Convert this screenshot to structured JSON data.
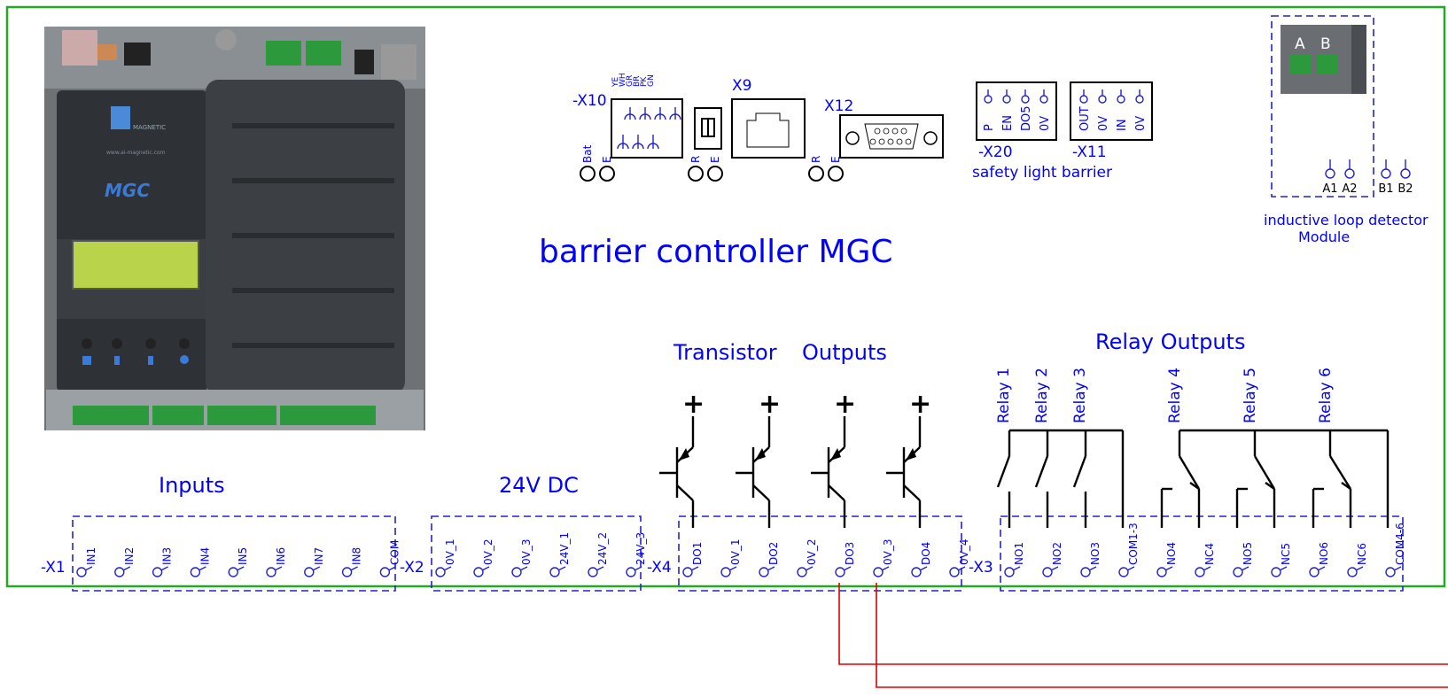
{
  "title": "barrier controller MGC",
  "colors": {
    "frame": "#22aa22",
    "text": "#0000ff",
    "wire": "#dd0000"
  },
  "photo_main": {
    "logo_text": "MGC",
    "brand": "MAGNETIC",
    "url": "www.ai-magnetic.com"
  },
  "photo_loop": {
    "label_a": "A",
    "label_b": "B"
  },
  "top_connectors": {
    "x10": {
      "label": "-X10",
      "wires": [
        "YE",
        "WH",
        "GR",
        "BR",
        "PK",
        "GN"
      ],
      "led_labels": [
        "Bat",
        "E"
      ]
    },
    "x9": {
      "label": "X9",
      "led_labels": [
        "R",
        "E"
      ]
    },
    "x12": {
      "label": "X12",
      "led_labels": [
        "R",
        "E"
      ]
    },
    "x20": {
      "label": "-X20",
      "pins": [
        "P",
        "EN",
        "DO5",
        "0V"
      ]
    },
    "x11": {
      "label": "-X11",
      "pins": [
        "OUT",
        "0V",
        "IN",
        "0V"
      ]
    },
    "safety_label": "safety light barrier"
  },
  "loop_detector": {
    "pins": [
      "A1",
      "A2",
      "B1",
      "B2"
    ],
    "label_line1": "inductive loop detector",
    "label_line2": "Module"
  },
  "section_titles": {
    "inputs": "Inputs",
    "dc": "24V DC",
    "transistor": "Transistor",
    "outputs": "Outputs",
    "relay": "Relay Outputs"
  },
  "terminals": {
    "x1": {
      "label": "-X1",
      "pins": [
        "IN1",
        "IN2",
        "IN3",
        "IN4",
        "IN5",
        "IN6",
        "IN7",
        "IN8",
        "COM"
      ]
    },
    "x2": {
      "label": "-X2",
      "pins": [
        "0V_1",
        "0V_2",
        "0V_3",
        "24V_1",
        "24V_2",
        "24V_3"
      ]
    },
    "x4": {
      "label": "-X4",
      "pins": [
        "DO1",
        "0V_1",
        "DO2",
        "0V_2",
        "DO3",
        "0V_3",
        "DO4",
        "0V_4"
      ]
    },
    "x3": {
      "label": "-X3",
      "pins": [
        "NO1",
        "NO2",
        "NO3",
        "COM1-3",
        "NO4",
        "NC4",
        "NO5",
        "NC5",
        "NO6",
        "NC6",
        "COM4-6"
      ]
    }
  },
  "relays": [
    "Relay 1",
    "Relay 2",
    "Relay 3",
    "Relay 4",
    "Relay 5",
    "Relay 6"
  ],
  "transistor_symbol": "+"
}
